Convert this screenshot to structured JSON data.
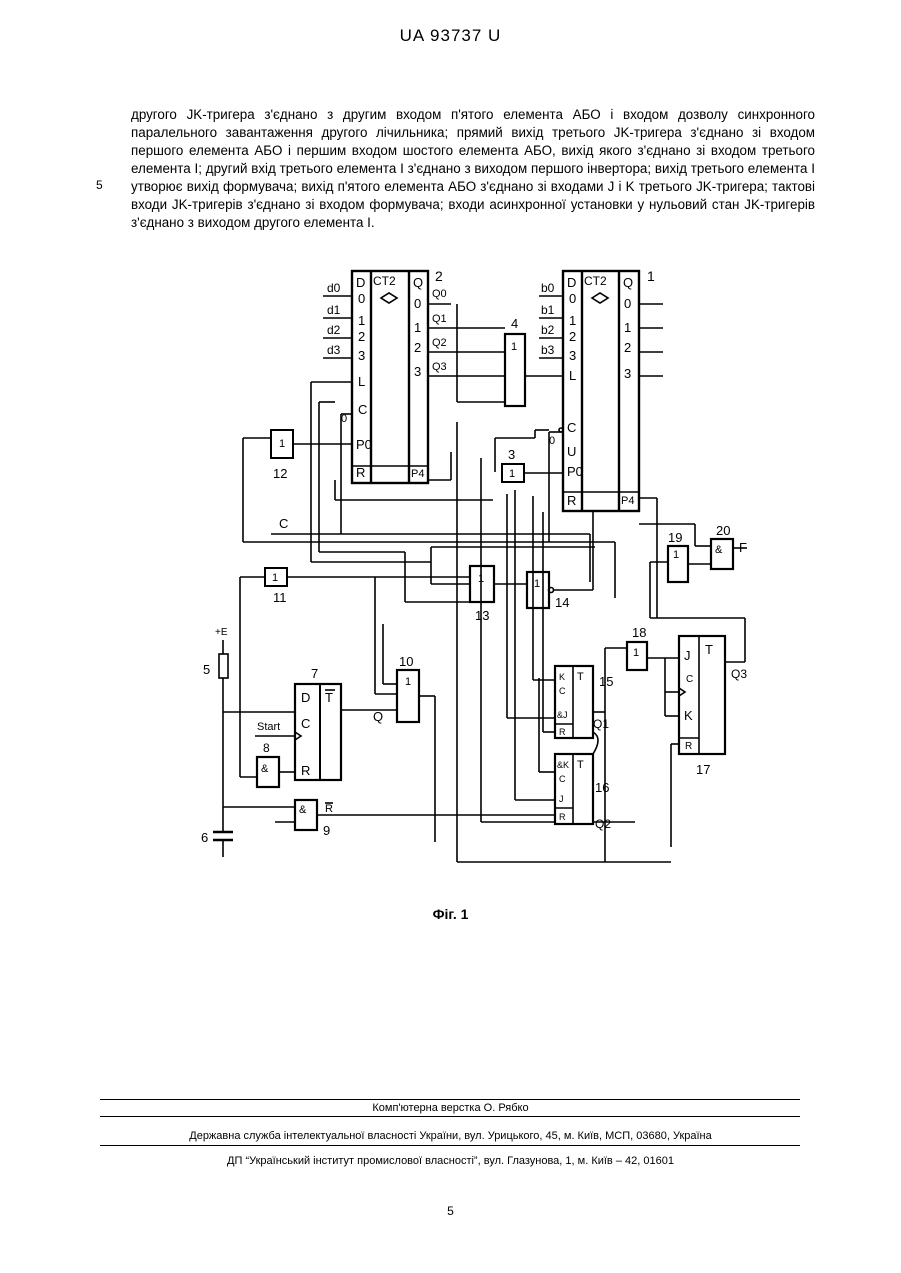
{
  "header": {
    "doc_id": "UA   93737   U"
  },
  "body": {
    "line_number": "5",
    "paragraph": "другого JK-тригера з'єднано з другим входом п'ятого елемента АБО і входом дозволу синхронного паралельного завантаження другого лічильника; прямий вихід третього JK-тригера з'єднано зі входом першого елемента АБО і першим входом шостого елемента АБО, вихід якого з'єднано зі входом третього елемента І; другий вхід третього елемента І з'єднано з виходом першого інвертора; вихід третього елемента І утворює вихід формувача; вихід п'ятого елемента АБО з'єднано зі входами J і K третього JK-тригера; тактові входи JK-тригерів з'єднано зі входом формувача; входи асинхронної установки у нульовий стан JK-тригерів з'єднано з виходом другого елемента І."
  },
  "figure": {
    "caption": "Фіг. 1",
    "counter_left": {
      "number": "2",
      "title": "CT2",
      "inputs": [
        "d0",
        "d1",
        "d2",
        "d3"
      ],
      "left_labels": [
        "D",
        "0",
        "1",
        "2",
        "3",
        "L",
        "C",
        "P0",
        "R"
      ],
      "right_labels": [
        "Q",
        "0",
        "1",
        "2",
        "3",
        "P4"
      ],
      "outputs": [
        "Q0",
        "Q1",
        "Q2",
        "Q3"
      ],
      "zero_label": "0"
    },
    "counter_right": {
      "number": "1",
      "title": "CT2",
      "inputs": [
        "b0",
        "b1",
        "b2",
        "b3"
      ],
      "left_labels": [
        "D",
        "0",
        "1",
        "2",
        "3",
        "L",
        "C",
        "U",
        "P0",
        "R"
      ],
      "right_labels": [
        "Q",
        "0",
        "1",
        "2",
        "3",
        "P4"
      ],
      "zero_label": "0"
    },
    "gates": {
      "g4": {
        "number": "4",
        "symbol": "1"
      },
      "g3": {
        "number": "3",
        "symbol": "1"
      },
      "g12": {
        "number": "12",
        "symbol": "1"
      },
      "g11": {
        "number": "11",
        "symbol": "1"
      },
      "g13": {
        "number": "13",
        "symbol": "1"
      },
      "g14": {
        "number": "14",
        "symbol": "1"
      },
      "g19": {
        "number": "19",
        "symbol": "1"
      },
      "g20": {
        "number": "20",
        "symbol": "&",
        "output": "F"
      },
      "g10": {
        "number": "10",
        "symbol": "1",
        "output": "Q"
      },
      "g18": {
        "number": "18",
        "symbol": "1"
      },
      "g8": {
        "number": "8",
        "symbol": "&"
      },
      "g9": {
        "number": "9",
        "symbol": "&",
        "output": "R"
      }
    },
    "trigger7": {
      "number": "7",
      "labels": [
        "D",
        "C",
        "R"
      ],
      "right": "T",
      "start": "Start"
    },
    "trigger15": {
      "number": "15",
      "labels": [
        "K",
        "C",
        "&J",
        "R"
      ],
      "right": "T",
      "output": "Q1"
    },
    "trigger16": {
      "number": "16",
      "labels": [
        "&K",
        "C",
        "J",
        "R"
      ],
      "right": "T",
      "output": "Q2"
    },
    "trigger17": {
      "number": "17",
      "labels": [
        "J",
        "C",
        "K",
        "R"
      ],
      "right": "T",
      "output": "Q3"
    },
    "misc": {
      "c_label": "C",
      "supply": "+E",
      "resistor_num": "5",
      "cap_num": "6",
      "q1": "Q1",
      "q2": "Q2",
      "q3": "Q3"
    }
  },
  "footer": {
    "layout": "Комп'ютерна верстка О. Рябко",
    "agency": "Державна служба інтелектуальної власності України, вул. Урицького, 45, м. Київ, МСП, 03680, Україна",
    "institute": "ДП “Український інститут промислової власності”, вул. Глазунова, 1, м. Київ – 42, 01601",
    "page": "5"
  }
}
